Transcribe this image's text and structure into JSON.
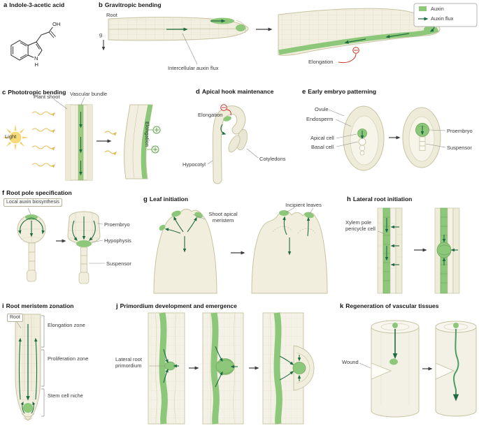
{
  "colors": {
    "auxin_green": "#8dc87a",
    "flux_green": "#1e6b41",
    "inhibit_red": "#c6362c"
  },
  "legend": {
    "auxin": "Auxin",
    "auxin_flux": "Auxin flux"
  },
  "panels": {
    "a": {
      "letter": "a",
      "title": "Indole-3-acetic acid",
      "oh": "OH",
      "n": "N",
      "h": "H"
    },
    "b": {
      "letter": "b",
      "title": "Gravitropic bending",
      "root": "Root",
      "gravity": "g",
      "flux": "Intercellular auxin flux",
      "elongation": "Elongation"
    },
    "c": {
      "letter": "c",
      "title": "Phototropic bending",
      "plant_shoot": "Plant shoot",
      "vascular_bundle": "Vascular bundle",
      "light": "Light",
      "elongation": "Elongation"
    },
    "d": {
      "letter": "d",
      "title": "Apical hook maintenance",
      "elongation": "Elongation",
      "hypocotyl": "Hypocotyl",
      "cotyledons": "Cotyledons"
    },
    "e": {
      "letter": "e",
      "title": "Early embryo patterning",
      "ovule": "Ovule",
      "endosperm": "Endosperm",
      "apical_cell": "Apical cell",
      "basal_cell": "Basal cell",
      "proembryo": "Proembryo",
      "suspensor": "Suspensor"
    },
    "f": {
      "letter": "f",
      "title": "Root pole specification",
      "local_auxin": "Local auxin biosynthesis",
      "proembryo": "Proembryo",
      "hypophysis": "Hypophysis",
      "suspensor": "Suspensor"
    },
    "g": {
      "letter": "g",
      "title": "Leaf initiation",
      "sam": "Shoot apical meristem",
      "incipient": "Incipient leaves"
    },
    "h": {
      "letter": "h",
      "title": "Lateral root initiation",
      "xylem": "Xylem pole pericycle cell"
    },
    "i": {
      "letter": "i",
      "title": "Root meristem zonation",
      "root": "Root",
      "elongation_zone": "Elongation zone",
      "proliferation_zone": "Proliferation zone",
      "stem_cell_niche": "Stem cell niche"
    },
    "j": {
      "letter": "j",
      "title": "Primordium development and emergence",
      "lrp": "Lateral root primordium"
    },
    "k": {
      "letter": "k",
      "title": "Regeneration of vascular tissues",
      "wound": "Wound"
    }
  }
}
